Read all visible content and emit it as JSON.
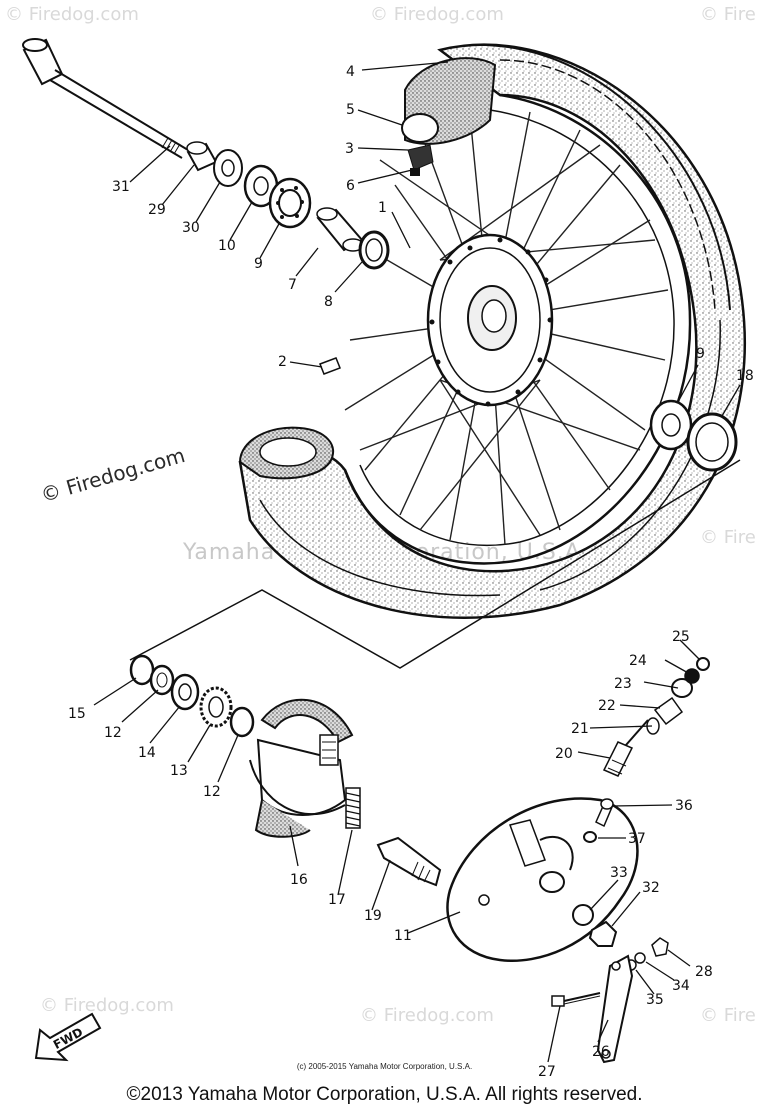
{
  "watermarks": {
    "firedog_left": "© Firedog.com",
    "firedog_faint": "© Firedog.com",
    "firedog_tr": "© Fire",
    "firedog_mid": "© Fire",
    "yamaha_mid": "Yamaha Motor Corporation, U.S.A"
  },
  "callouts": [
    "1",
    "2",
    "3",
    "4",
    "5",
    "6",
    "7",
    "8",
    "9",
    "9",
    "10",
    "11",
    "12",
    "12",
    "13",
    "14",
    "15",
    "16",
    "17",
    "18",
    "19",
    "20",
    "21",
    "22",
    "23",
    "24",
    "25",
    "26",
    "27",
    "28",
    "29",
    "30",
    "31",
    "32",
    "33",
    "34",
    "35",
    "36",
    "37"
  ],
  "fwd_label": "FWD",
  "small_copyright": "(c) 2005-2015 Yamaha Motor Corporation, U.S.A.",
  "footer": "©2013 Yamaha Motor Corporation, U.S.A. All rights reserved."
}
